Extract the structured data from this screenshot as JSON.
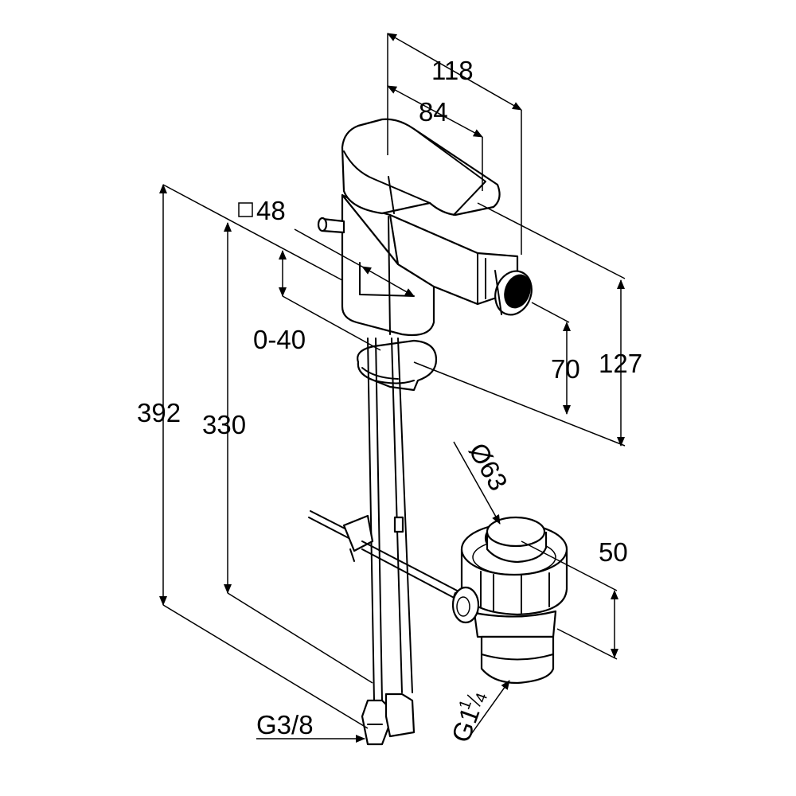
{
  "dimensions": {
    "width_118": "118",
    "width_84": "84",
    "square_48": "48",
    "adjust_0_40": "0-40",
    "height_70": "70",
    "height_127": "127",
    "height_392": "392",
    "height_330": "330",
    "diameter_63": "Ø63",
    "height_50": "50",
    "thread_g38": "G3/8",
    "thread_g114_main": "G1",
    "thread_g114_num": "1",
    "thread_g114_den": "4"
  },
  "colors": {
    "line": "#000000",
    "background": "#ffffff"
  },
  "icons": {
    "square_symbol": "square-symbol-icon",
    "arrowhead": "arrowhead-icon"
  }
}
